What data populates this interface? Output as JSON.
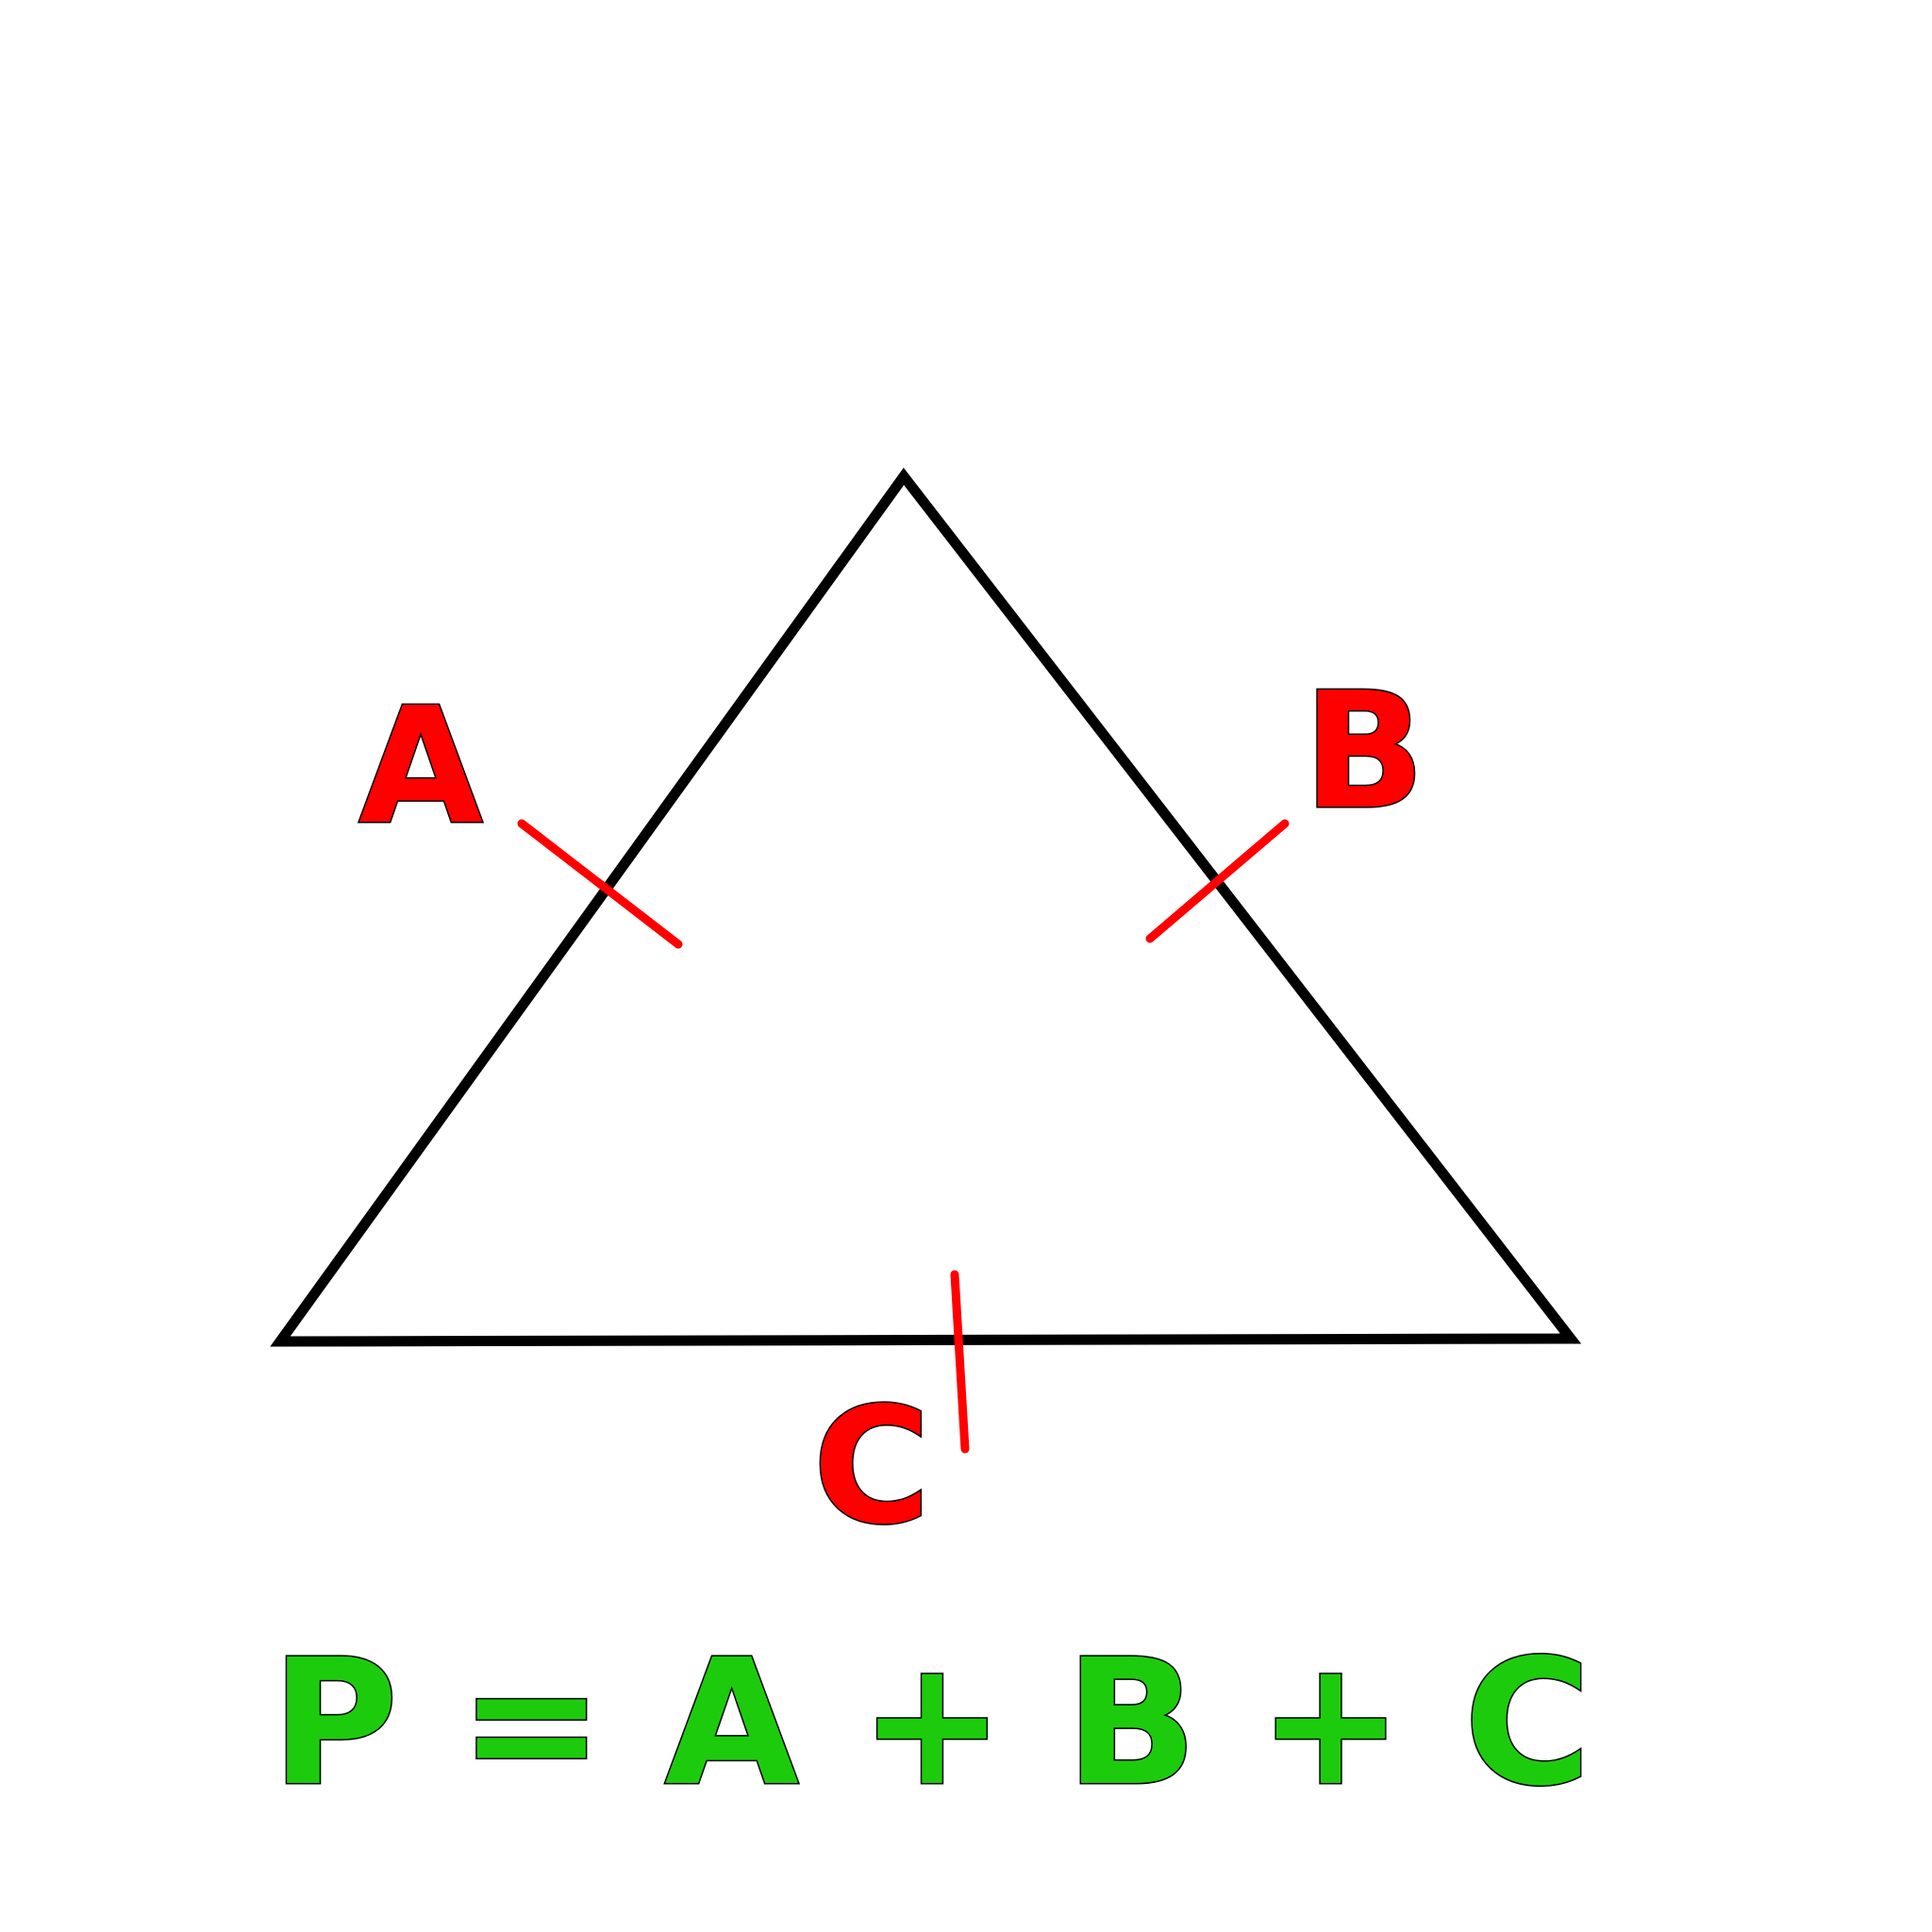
{
  "diagram": {
    "shape": "triangle",
    "outline_color": "#000000",
    "tick_color": "#ff0000",
    "label_color": "#ff0000",
    "formula_color": "#1ccc0c",
    "sides": [
      {
        "id": "A",
        "label": "A"
      },
      {
        "id": "B",
        "label": "B"
      },
      {
        "id": "C",
        "label": "C"
      }
    ],
    "formula": {
      "text": "P = A + B + C"
    }
  }
}
